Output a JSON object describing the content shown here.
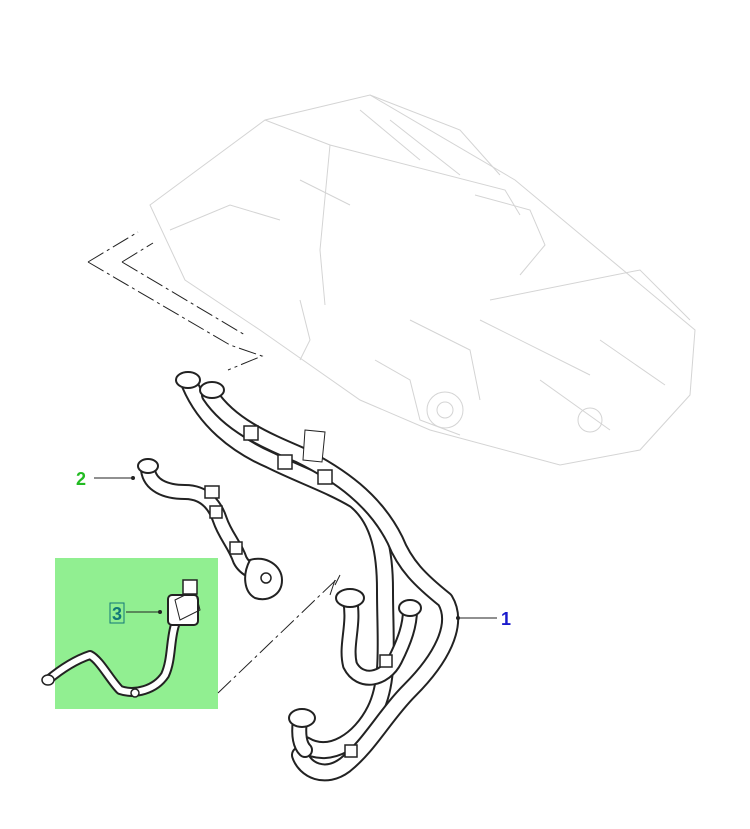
{
  "diagram": {
    "callouts": [
      {
        "id": "1",
        "label": "1",
        "color": "#1a1acc"
      },
      {
        "id": "2",
        "label": "2",
        "color": "#22bb22"
      },
      {
        "id": "3",
        "label": "3",
        "color": "#117777",
        "boxed": true
      }
    ],
    "highlight": {
      "color": "#88ee88",
      "region": "part-3"
    },
    "colors": {
      "line": "#222222",
      "ghost_engine": "#d4d4d4",
      "background": "#ffffff"
    }
  }
}
